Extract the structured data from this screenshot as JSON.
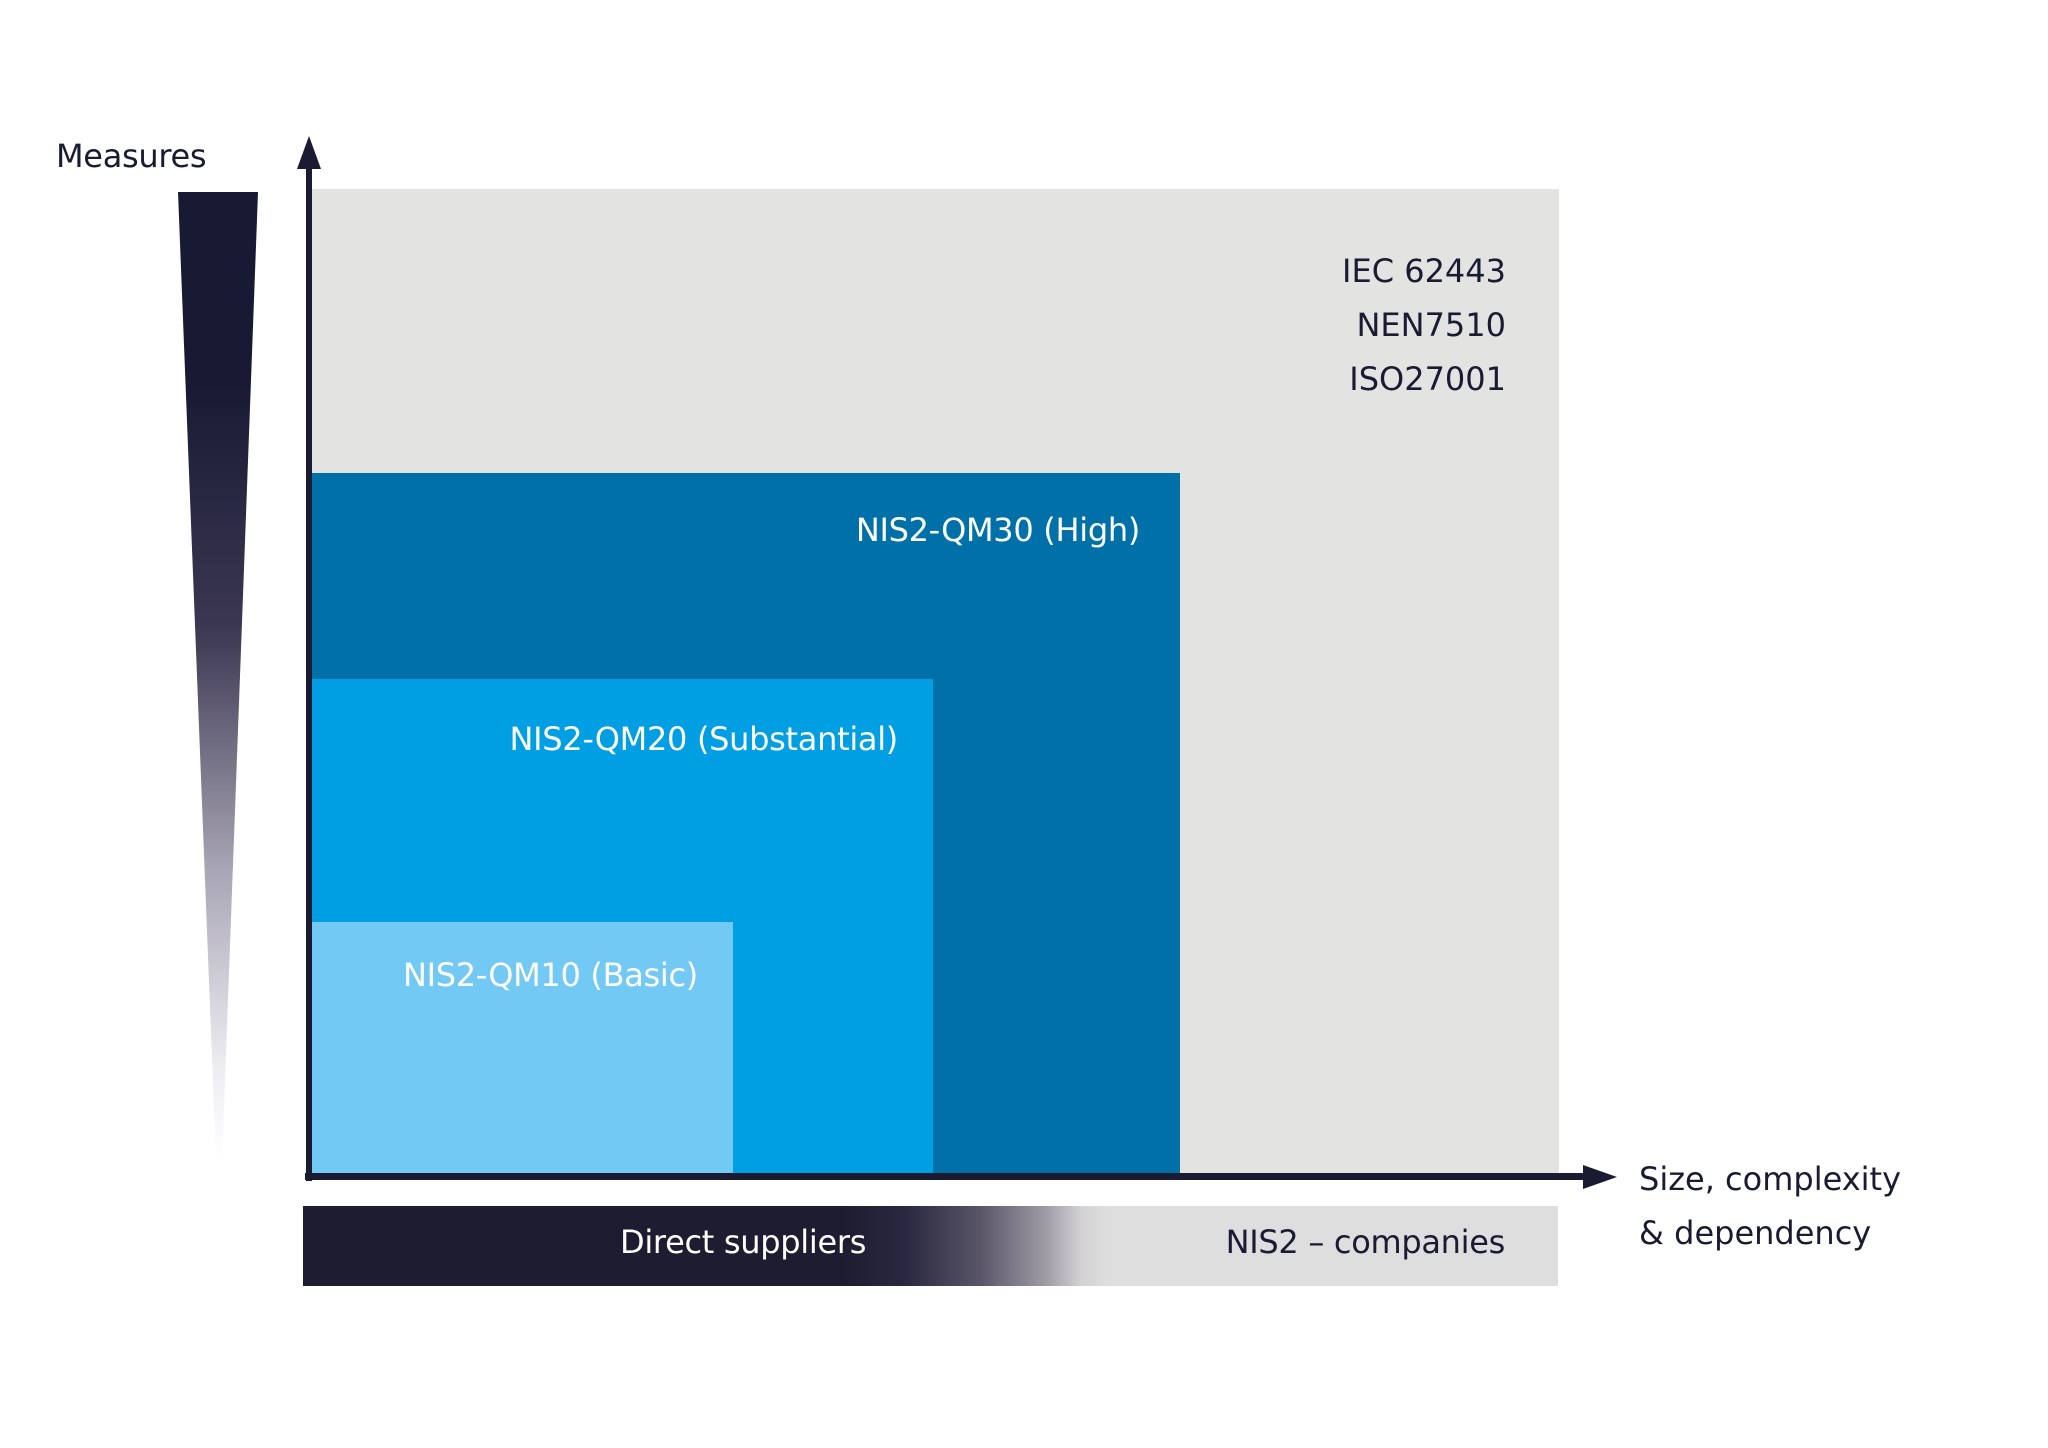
{
  "diagram": {
    "y_axis": {
      "label": "Measures"
    },
    "x_axis": {
      "label_lines": [
        "Size, complexity",
        "& dependency"
      ]
    },
    "regions": [
      {
        "id": "standards",
        "lines": [
          "IEC 62443",
          "NEN7510",
          "ISO27001"
        ],
        "color": "#e3e3e2"
      },
      {
        "id": "qm30",
        "label": "NIS2-QM30 (High)",
        "color": "#0071a8"
      },
      {
        "id": "qm20",
        "label": "NIS2-QM20 (Substantial)",
        "color": "#009fe3"
      },
      {
        "id": "qm10",
        "label": "NIS2-QM10 (Basic)",
        "color": "#72c9f3"
      }
    ],
    "bottom_bar": {
      "left_label": "Direct suppliers",
      "right_label": "NIS2 – companies",
      "dark_color": "#1e1c30",
      "light_color": "#dedede"
    },
    "accent_dark": "#1a1a33"
  }
}
